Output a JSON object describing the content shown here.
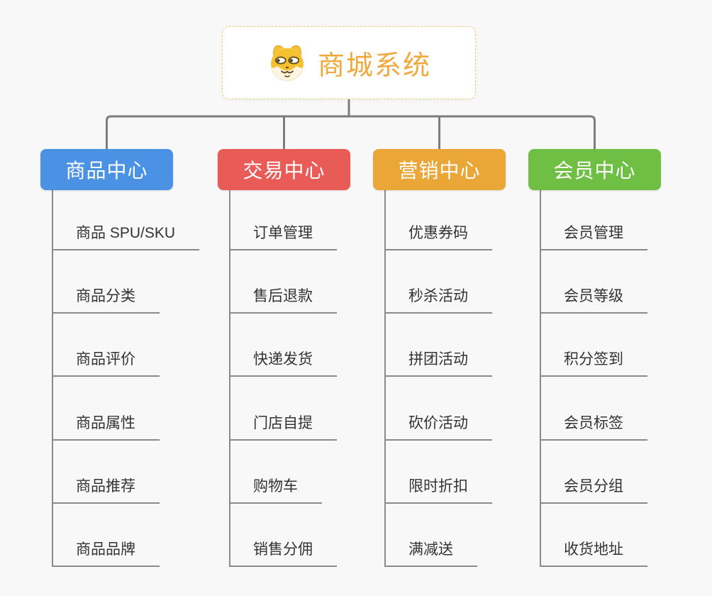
{
  "root": {
    "title": "商城系统",
    "icon": "dog-face-icon"
  },
  "branches": [
    {
      "label": "商品中心",
      "color": "#4b92e5",
      "items": [
        "商品 SPU/SKU",
        "商品分类",
        "商品评价",
        "商品属性",
        "商品推荐",
        "商品品牌"
      ]
    },
    {
      "label": "交易中心",
      "color": "#e95b57",
      "items": [
        "订单管理",
        "售后退款",
        "快递发货",
        "门店自提",
        "购物车",
        "销售分佣"
      ]
    },
    {
      "label": "营销中心",
      "color": "#eaa637",
      "items": [
        "优惠券码",
        "秒杀活动",
        "拼团活动",
        "砍价活动",
        "限时折扣",
        "满减送"
      ]
    },
    {
      "label": "会员中心",
      "color": "#70bf45",
      "items": [
        "会员管理",
        "会员等级",
        "积分签到",
        "会员标签",
        "会员分组",
        "收货地址"
      ]
    }
  ],
  "colors": {
    "background": "#f8f8f8",
    "root_border": "#f3c87f",
    "root_title": "#f0a93c",
    "connector": "#7d7d7d",
    "leaf_line": "#8a8a8a",
    "leaf_text": "#333333"
  }
}
